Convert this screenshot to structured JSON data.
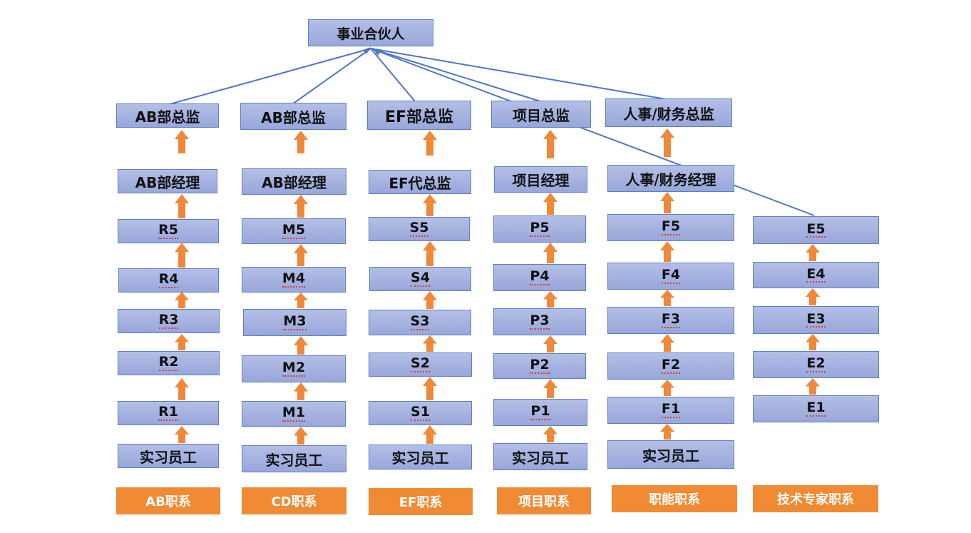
{
  "title": "事业合伙人",
  "columns": [
    {
      "footer": "AB职系",
      "director": "AB部总监",
      "manager": "AB部经理",
      "levels": [
        "R5",
        "R4",
        "R3",
        "R2",
        "R1"
      ],
      "base": "实习员工"
    },
    {
      "footer": "CD职系",
      "director": "AB部总监",
      "manager": "AB部经理",
      "levels": [
        "M5",
        "M4",
        "M3",
        "M2",
        "M1"
      ],
      "base": "实习员工"
    },
    {
      "footer": "EF职系",
      "director": "EF部总监",
      "manager": "EF代总监",
      "levels": [
        "S5",
        "S4",
        "S3",
        "S2",
        "S1"
      ],
      "base": "实习员工"
    },
    {
      "footer": "项目职系",
      "director": "项目总监",
      "manager": "项目经理",
      "levels": [
        "P5",
        "P4",
        "P3",
        "P2",
        "P1"
      ],
      "base": "实习员工"
    },
    {
      "footer": "职能职系",
      "director": "人事/财务总监",
      "manager": "人事/财务经理",
      "levels": [
        "F5",
        "F4",
        "F3",
        "F2",
        "F1"
      ],
      "base": "实习员工"
    },
    {
      "footer": "技术专家职系",
      "levels": [
        "E5",
        "E4",
        "E3",
        "E2",
        "E1"
      ]
    }
  ],
  "colors": {
    "box": "#a3b1e0",
    "box_border": "#5f7fc5",
    "arrow": "#f0883a",
    "line": "#4f76c4",
    "footer": "#f08a33"
  }
}
